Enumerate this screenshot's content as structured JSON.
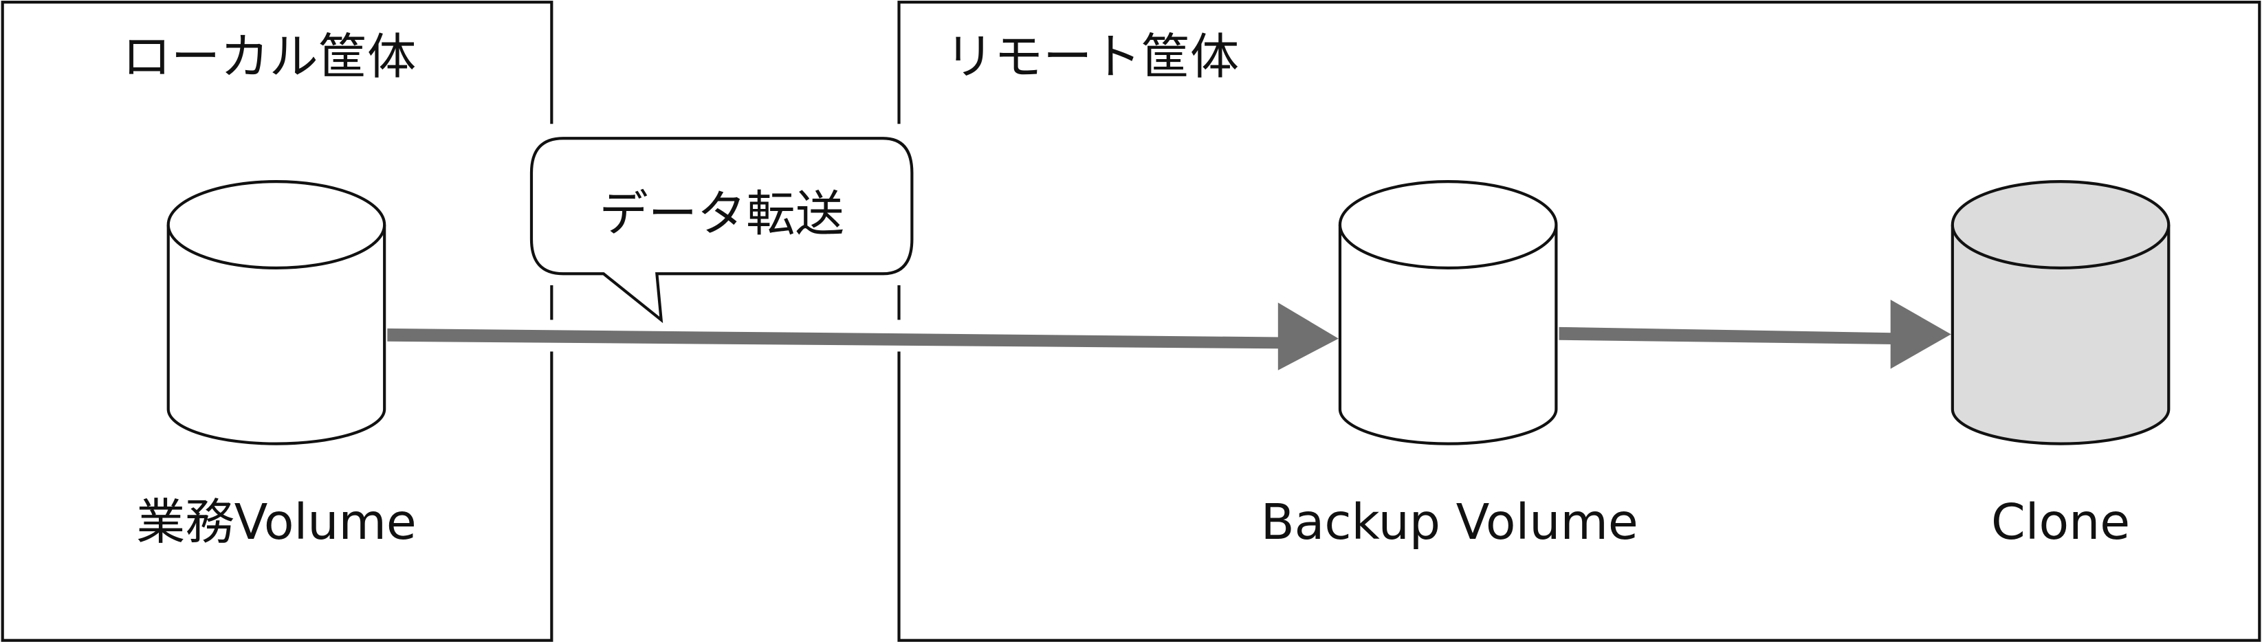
{
  "local_chassis": {
    "title": "ローカル筐体"
  },
  "remote_chassis": {
    "title": "リモート筐体"
  },
  "callout": {
    "label": "データ転送"
  },
  "volumes": [
    {
      "label": "業務Volume",
      "fill": "#ffffff"
    },
    {
      "label": "Backup Volume",
      "fill": "#ffffff"
    },
    {
      "label": "Clone",
      "fill": "#dcdcdc"
    }
  ],
  "colors": {
    "arrow": "#707070",
    "stroke": "#111111"
  }
}
